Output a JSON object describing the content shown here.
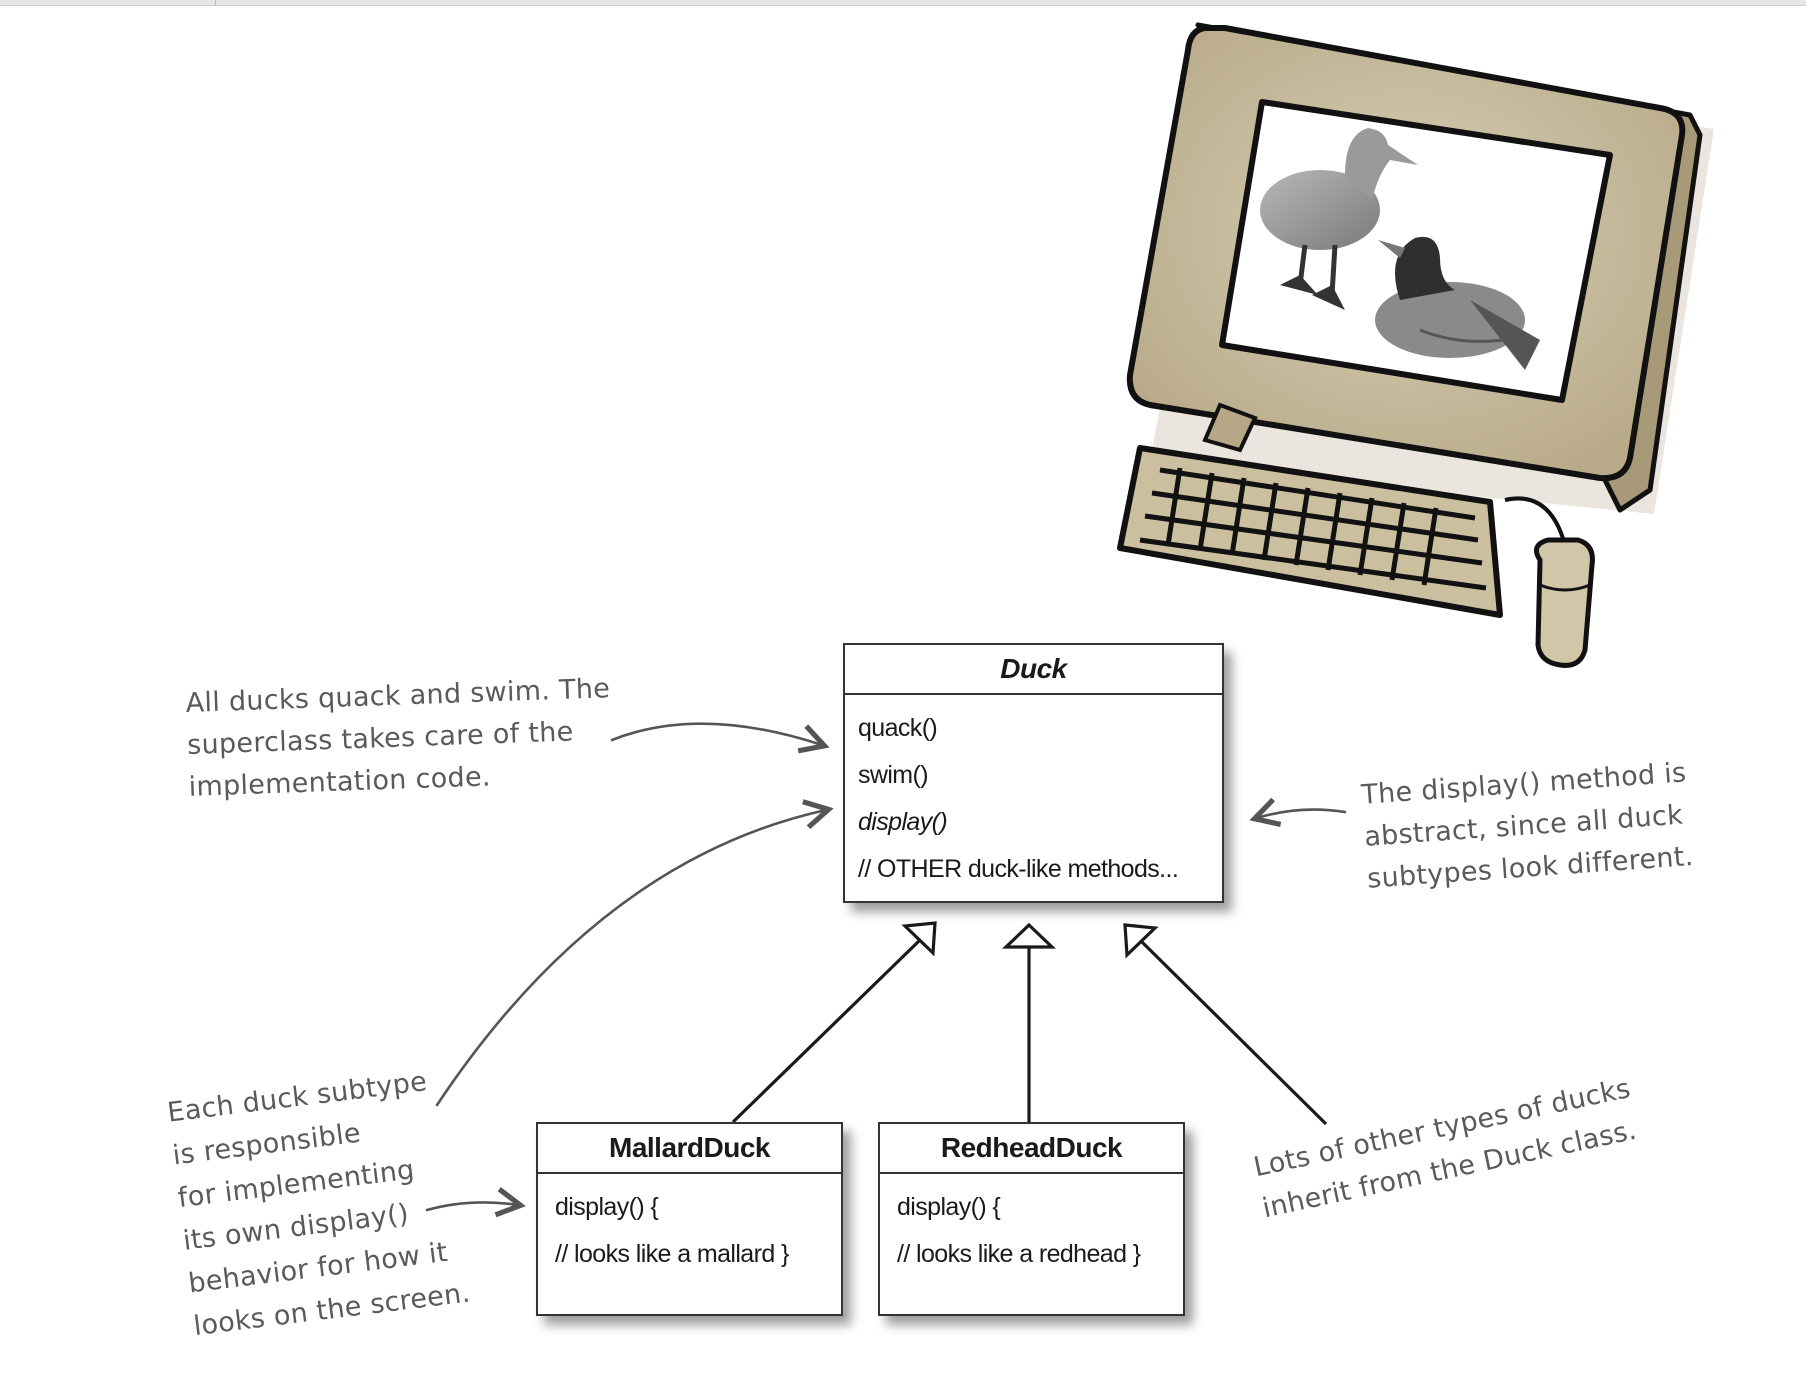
{
  "classes": {
    "duck": {
      "name": "Duck",
      "methods": [
        "quack()",
        "swim()",
        "display()",
        "// OTHER duck-like methods..."
      ]
    },
    "mallard": {
      "name": "MallardDuck",
      "lines": [
        "display() {",
        "// looks like a mallard }"
      ]
    },
    "redhead": {
      "name": "RedheadDuck",
      "lines": [
        "display() {",
        "// looks like a redhead }"
      ]
    }
  },
  "annotations": {
    "quack_swim": "All ducks quack and swim. The\nsuperclass takes care of the\nimplementation code.",
    "display_abstract": "The display() method is\nabstract, since all duck\nsubtypes look different.",
    "subtype_display": "Each duck subtype\nis responsible\nfor implementing\nits own display()\nbehavior for how it\nlooks on the screen.",
    "other_ducks": "Lots of other types of ducks\ninherit from the Duck class."
  },
  "colors": {
    "monitor_body": "#cdc1a3",
    "outline": "#111111",
    "annotation_text": "#5a5a5a"
  },
  "illustration": {
    "icon": "computer-with-two-ducks-icon"
  }
}
